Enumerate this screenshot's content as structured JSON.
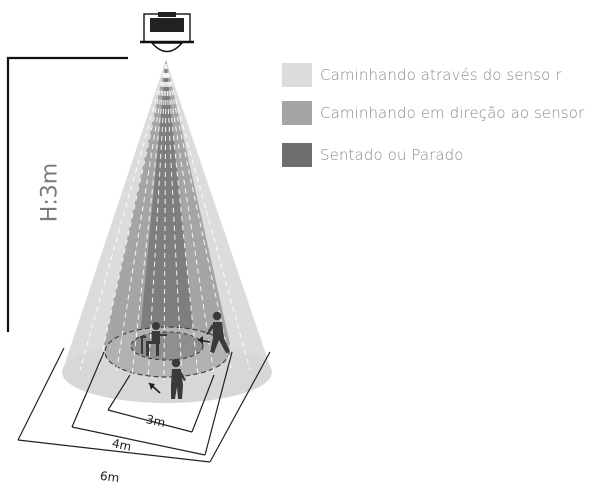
{
  "legend": [
    {
      "label": "Caminhando através do senso r",
      "color": "#dcdcdc"
    },
    {
      "label": "Caminhando em direção ao sensor",
      "color": "#a5a5a5"
    },
    {
      "label": "Sentado ou Parado",
      "color": "#6f6f6f"
    }
  ],
  "height_label": "H:3m",
  "dimensions": {
    "small": "3m",
    "medium": "4m",
    "large": "6m"
  }
}
